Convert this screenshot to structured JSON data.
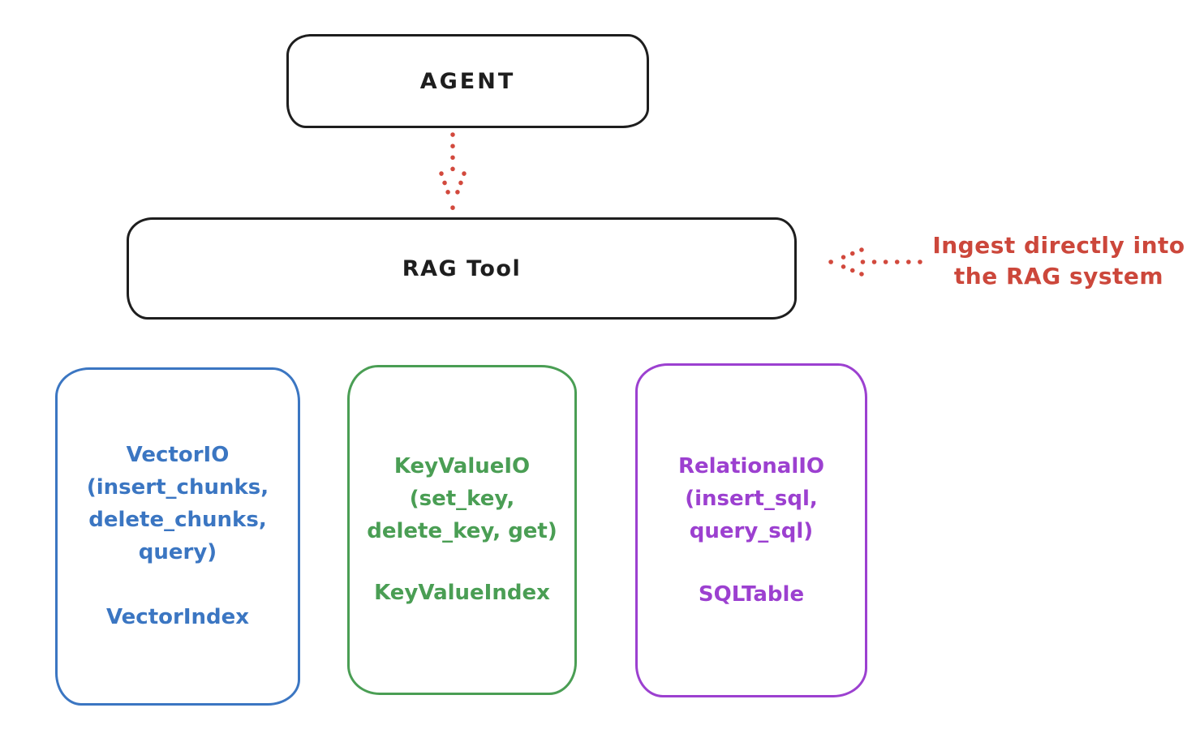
{
  "diagram": {
    "background_color": "#ffffff",
    "agent": {
      "label": "AGENT",
      "border_color": "#1e1e1e"
    },
    "rag_tool": {
      "label": "RAG Tool",
      "border_color": "#1e1e1e"
    },
    "annotation": {
      "line1": "Ingest directly into",
      "line2": "the RAG system",
      "color": "#cc473b"
    },
    "arrows": {
      "agent_to_rag": {
        "style": "dotted",
        "direction": "down",
        "color": "#d2493d"
      },
      "annotation_to_rag": {
        "style": "dotted",
        "direction": "left",
        "color": "#d2493d"
      }
    },
    "providers": [
      {
        "id": "vector-io",
        "color": "#3b76c2",
        "lines": [
          "VectorIO",
          "(insert_chunks,",
          "delete_chunks,",
          "query)"
        ],
        "index_label": "VectorIndex"
      },
      {
        "id": "key-value-io",
        "color": "#4a9e54",
        "lines": [
          "KeyValueIO",
          "(set_key,",
          "delete_key, get)"
        ],
        "index_label": "KeyValueIndex"
      },
      {
        "id": "relational-io",
        "color": "#9c40d0",
        "lines": [
          "RelationalIO",
          "(insert_sql,",
          "query_sql)"
        ],
        "index_label": "SQLTable"
      }
    ]
  }
}
